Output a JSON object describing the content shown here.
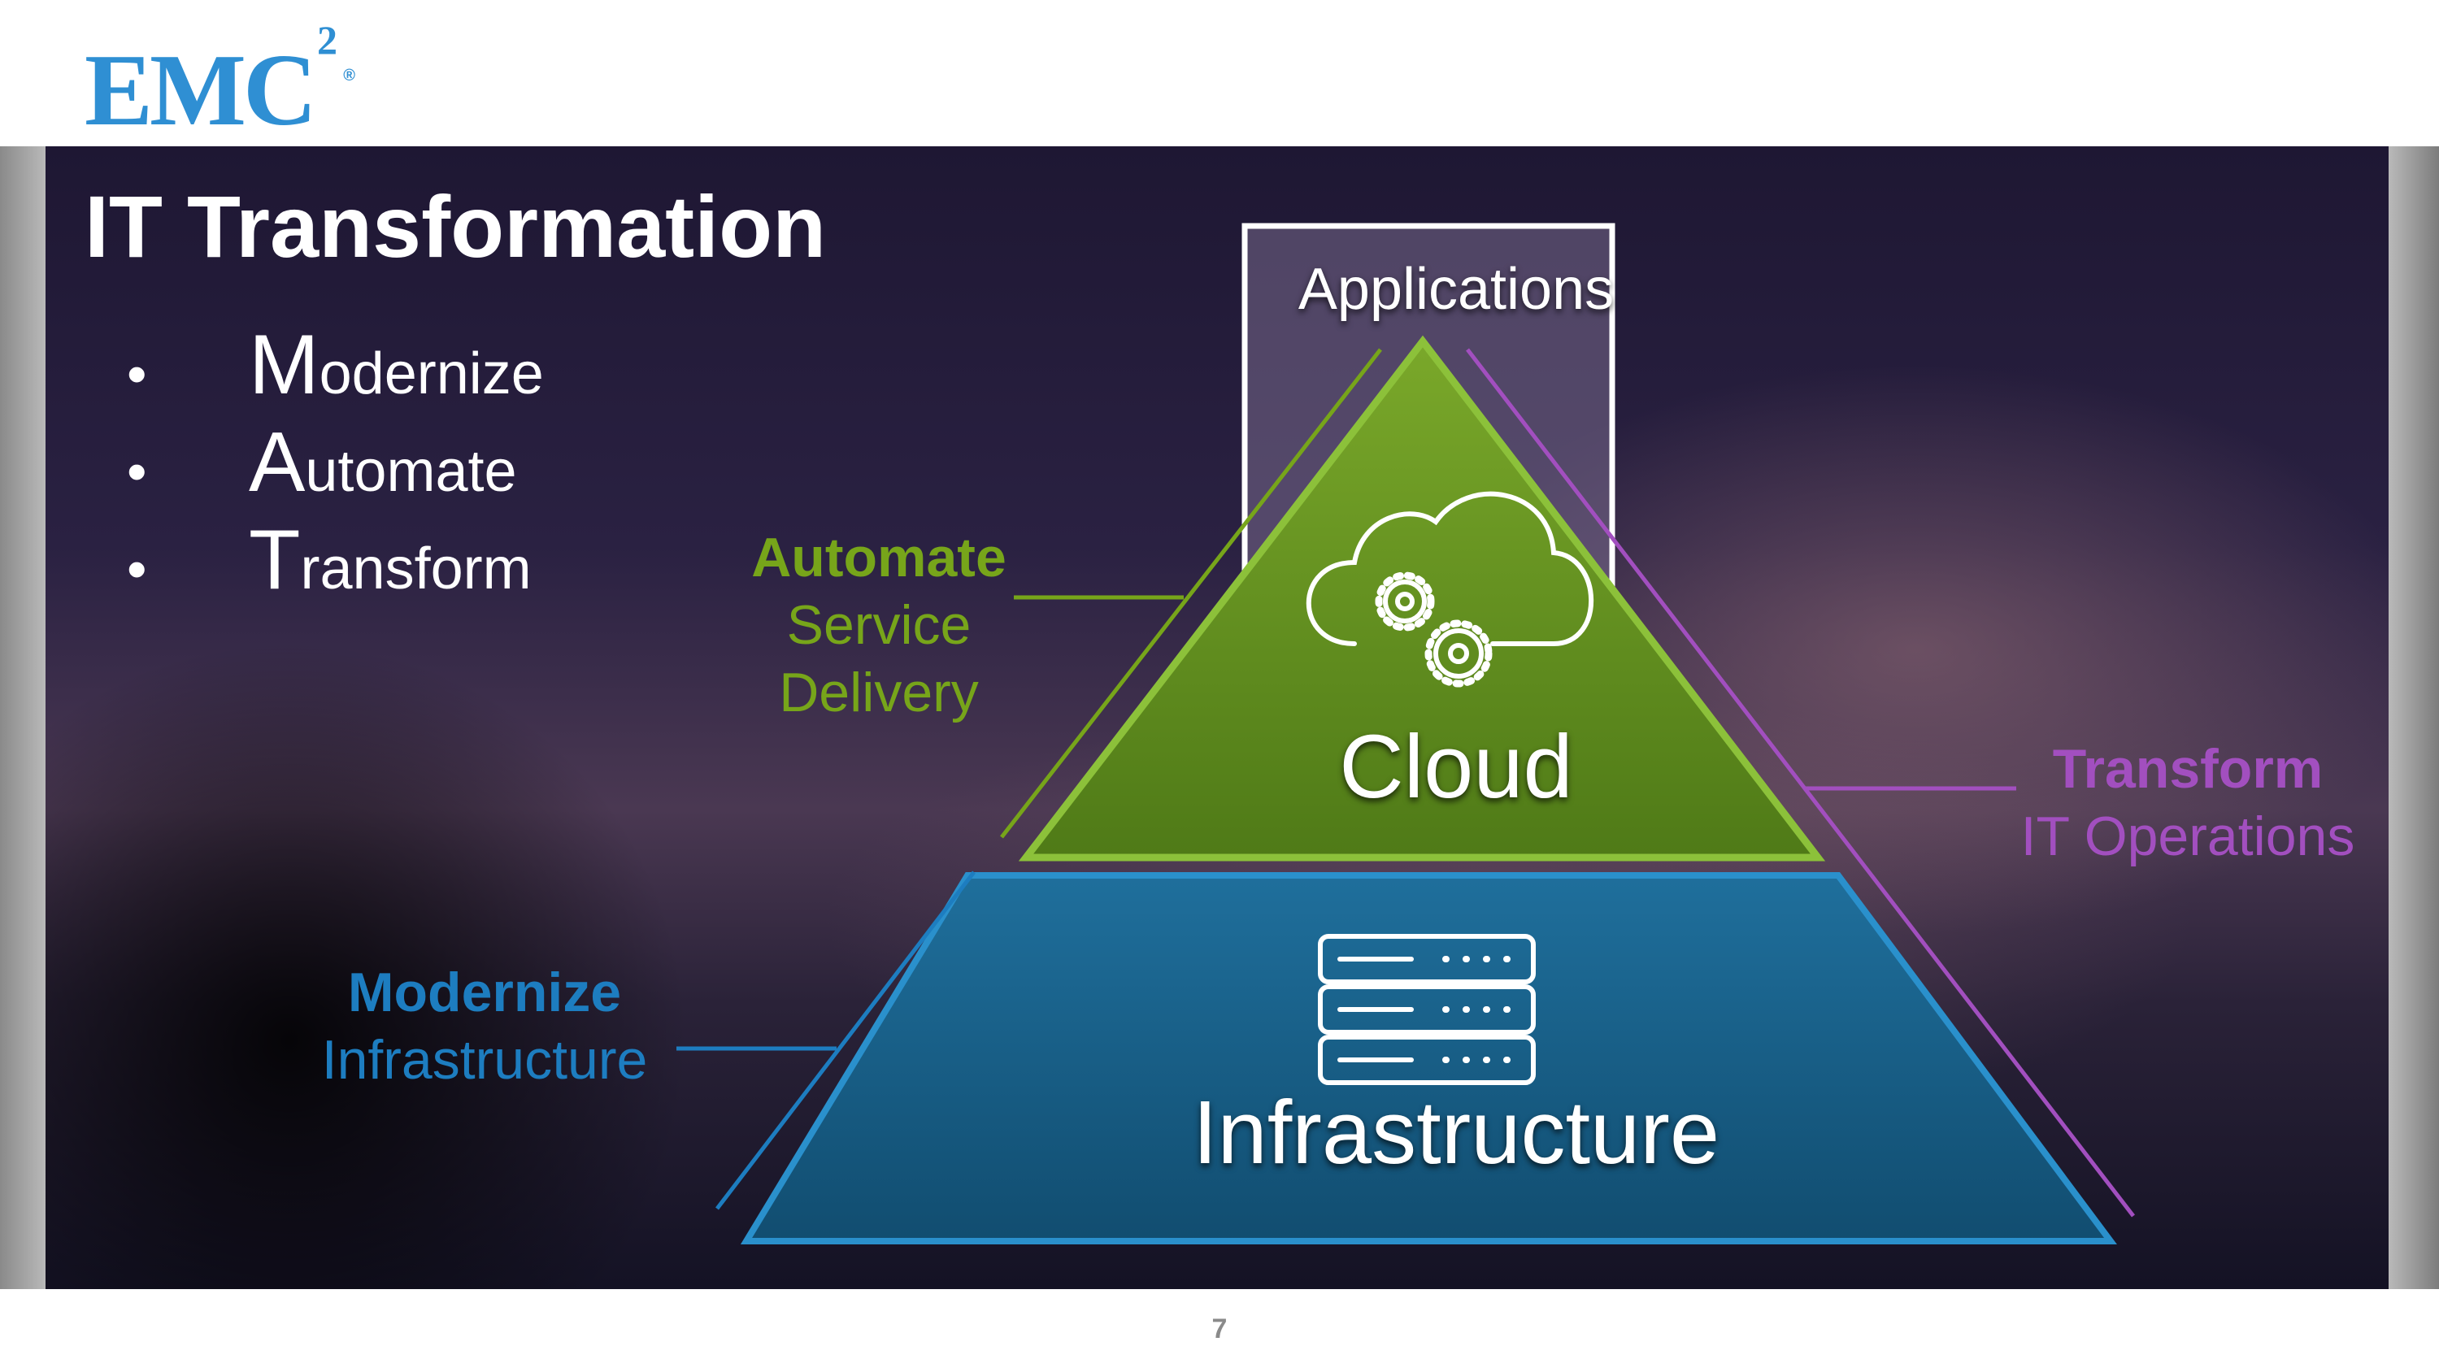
{
  "logo": {
    "name": "EMC",
    "superscript": "2",
    "registered": "®"
  },
  "slide": {
    "title": "IT Transformation",
    "bullets": [
      {
        "marker": "•",
        "first": "M",
        "rest": "odernize"
      },
      {
        "marker": "•",
        "first": "A",
        "rest": "utomate"
      },
      {
        "marker": "•",
        "first": "T",
        "rest": "ransform"
      }
    ]
  },
  "pyramid": {
    "top_label": "Applications",
    "middle_label": "Cloud",
    "base_label": "Infrastructure"
  },
  "callouts": {
    "automate": {
      "strong": "Automate",
      "line1": "Service",
      "line2": "Delivery"
    },
    "transform": {
      "strong": "Transform",
      "line1": "IT Operations"
    },
    "modernize": {
      "strong": "Modernize",
      "line1": "Infrastructure"
    }
  },
  "page_number": "7",
  "colors": {
    "logo_blue": "#2f8fd3",
    "cloud_green": "#6b9c1f",
    "infra_blue": "#17638f",
    "automate_green": "#77a51a",
    "transform_purple": "#a24fbf",
    "modernize_blue": "#1d7dc0"
  },
  "icons": {
    "cloud": "cloud-gears-icon",
    "server": "server-rack-icon"
  }
}
